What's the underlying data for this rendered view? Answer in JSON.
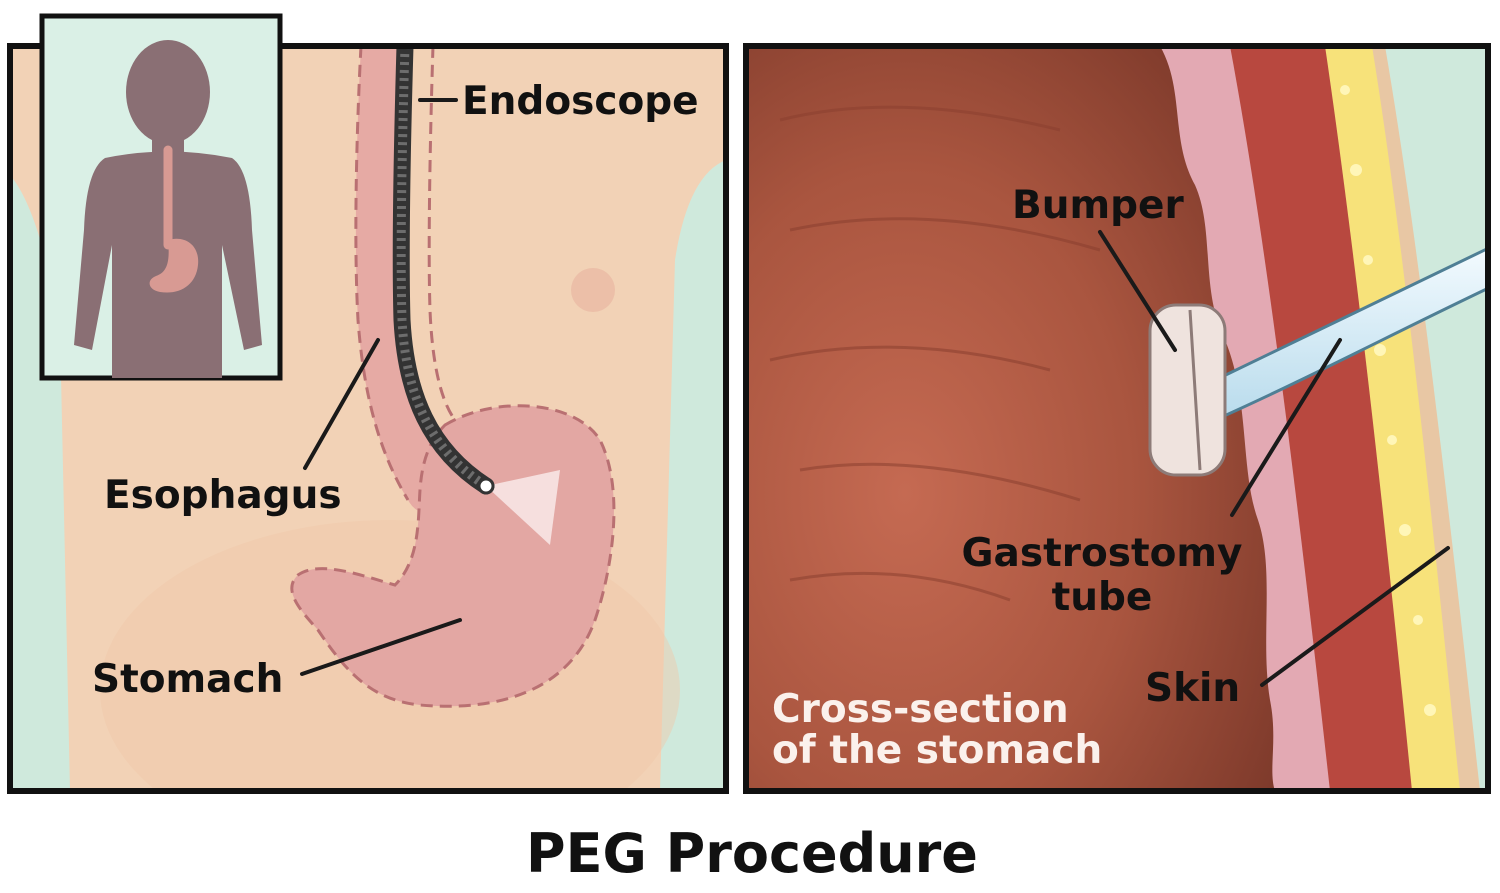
{
  "title": "PEG Procedure",
  "left_panel": {
    "labels": {
      "endoscope": "Endoscope",
      "esophagus": "Esophagus",
      "stomach": "Stomach"
    }
  },
  "right_panel": {
    "labels": {
      "bumper": "Bumper",
      "gastrostomy_line1": "Gastrostomy",
      "gastrostomy_line2": "tube",
      "skin": "Skin",
      "caption_line1": "Cross-section",
      "caption_line2": "of the stomach"
    }
  },
  "colors": {
    "skin_tone": "#f2d2b6",
    "background_mint": "#cfe9dc",
    "stomach_pink": "#e3a7a3",
    "stomach_interior": "#a8553f",
    "muscle_red": "#b8483f",
    "fat_yellow": "#f7e27a",
    "tube_blue": "#d6ecf5",
    "silhouette": "#8a6f74"
  }
}
